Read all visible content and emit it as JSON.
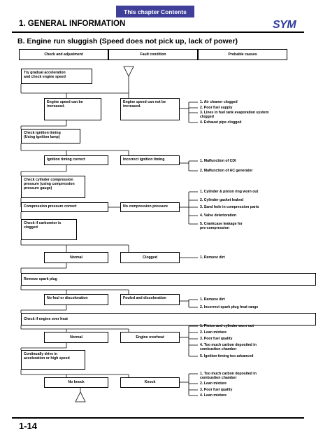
{
  "header": {
    "banner": "This chapter Contents",
    "chapter": "1. GENERAL INFORMATION",
    "logo": "SYM",
    "logo_color": "#2f3c9c",
    "banner_color": "#3f3f9a"
  },
  "section_title": "B. Engine run sluggish (Speed does not pick up, lack of power)",
  "columns": {
    "check": "Check and adjustment",
    "fault": "Fault condition",
    "causes": "Probable causes"
  },
  "boxes": {
    "try_accel": "Try gradual acceleration\nand check engine speed",
    "speed_inc": "Engine speed can be\nincreased.",
    "speed_not_inc": "Engine speed can not be\nincreased.",
    "check_ignition": "Check ignition timing\n(Using ignition lamp)",
    "ign_correct": "Ignition timing correct",
    "ign_incorrect": "Incorrect ignition timing",
    "check_compression": "Check cylinder compression\npressure (using compression\npressure gauge)",
    "comp_correct": "Compression pressure correct",
    "no_comp": "No compression pressure",
    "check_carb": "Check if carburetor is\nclogged",
    "normal1": "Normal",
    "clogged": "Clogged",
    "remove_plug": "Remove spark plug",
    "no_foul": "No foul or discoloration",
    "fouled": "Fouled and discoloration",
    "check_heat": "Check if engine over heat",
    "normal2": "Normal",
    "overheat": "Engine overheat",
    "continual_drive": "Continually drive in\nacceleration or high speed",
    "no_knock": "No knock",
    "knock": "Knock"
  },
  "causes": {
    "group1": [
      "1.  Air cleaner clogged",
      "2.  Poor fuel supply",
      "3.  Lines in fuel tank evaporation system\n     clogged",
      "4.  Exhaust pipe clogged"
    ],
    "group2": [
      "1.  Malfunction of CDI",
      "2.  Malfunction of AC generator"
    ],
    "group3": [
      "1.  Cylinder & piston ring worn out",
      "2.  Cylinder gasket leaked",
      "3.  Sand hole in compression parts",
      "4.  Valve deterioration",
      "5.  Crankcase leakage for\n     pre-compression"
    ],
    "group4": [
      "1.  Remove dirt"
    ],
    "group5": [
      "1.  Remove dirt",
      "2.  Incorrect spark plug heat range"
    ],
    "group6": [
      "1.  Piston and cylinder worn out",
      "2.  Lean mixture",
      "3.  Poor fuel quality",
      "4.  Too much carbon deposited in\n     combustion chamber",
      "5.  Ignition timing too advanced"
    ],
    "group7": [
      "1.  Too much carbon deposited in\n     combustion chamber",
      "2.  Lean mixture",
      "3.  Poor fuel quality",
      "4.  Lean mixture"
    ]
  },
  "page_number": "1-14"
}
